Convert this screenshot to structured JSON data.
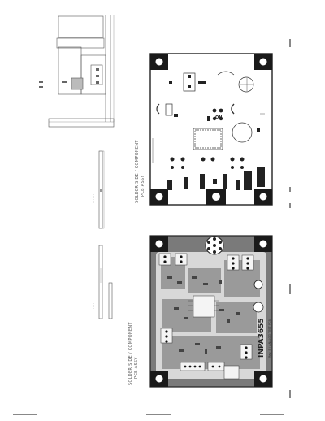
{
  "top_board": {
    "labels": [
      "ON"
    ],
    "side_caption": [
      "SOLDER SIDE / COMPONENT",
      "PCB ASSY"
    ]
  },
  "bottom_board": {
    "title": "INPA3655",
    "subtitle": "Rev. B / ANALOG TEST PCB",
    "side_caption": [
      "SOLDER SIDE / COMPONENT",
      "PCB ASSY"
    ]
  },
  "colors": {
    "ink": "#1a1a1a",
    "copper": "#6a6a6a",
    "pad": "#333333",
    "silk": "#777777"
  }
}
